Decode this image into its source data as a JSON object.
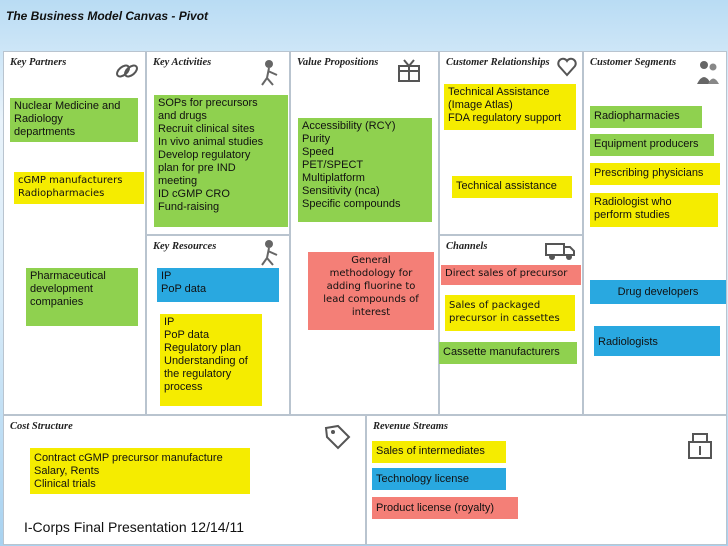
{
  "title": "The Business Model Canvas - Pivot",
  "footer": "I-Corps Final Presentation 12/14/11",
  "sections": {
    "key_partners": "Key Partners",
    "key_activities": "Key Activities",
    "value_propositions": "Value Propositions",
    "customer_relationships": "Customer Relationships",
    "customer_segments": "Customer Segments",
    "key_resources": "Key Resources",
    "channels": "Channels",
    "cost_structure": "Cost Structure",
    "revenue_streams": "Revenue Streams"
  },
  "notes": {
    "kp1": "Nuclear Medicine and\nRadiology\ndepartments",
    "kp2": "cGMP manufacturers\nRadiopharmacies",
    "kp3": "Pharmaceutical\ndevelopment\ncompanies",
    "ka1": "SOPs for precursors\nand drugs\nRecruit clinical sites\nIn vivo animal studies\nDevelop regulatory\nplan for pre IND\nmeeting\nID cGMP CRO\nFund-raising",
    "kr1": "IP\nPoP data",
    "kr2": "IP\nPoP data\nRegulatory plan\nUnderstanding of\nthe regulatory\nprocess",
    "vp1": "Accessibility (RCY)\nPurity\nSpeed\nPET/SPECT\nMultiplatform\nSensitivity (nca)\nSpecific compounds",
    "vp2": "General\nmethodology for\nadding fluorine to\nlead compounds of\ninterest",
    "cr1": "Technical Assistance\n(Image Atlas)\nFDA regulatory support",
    "cr2": "Technical assistance",
    "ch1": "Direct sales of precursor",
    "ch2": "Sales of packaged\nprecursor in cassettes",
    "ch3": "Cassette manufacturers",
    "cs1": "Radiopharmacies",
    "cs2": "Equipment producers",
    "cs3": "Prescribing physicians",
    "cs4": "Radiologist who\nperform studies",
    "cs5": "Drug developers",
    "cs6": "Radiologists",
    "cost1": "Contract cGMP precursor manufacture\nSalary, Rents\nClinical trials",
    "rev1": "Sales of intermediates",
    "rev2": "Technology license",
    "rev3": "Product license (royalty)"
  },
  "icons": {
    "key_partners": "chain-link-icon",
    "key_activities": "worker-icon",
    "value_propositions": "gift-box-icon",
    "customer_relationships": "heart-icon",
    "customer_segments": "people-icon",
    "key_resources": "worker-icon",
    "channels": "delivery-truck-icon",
    "cost_structure": "price-tag-icon",
    "revenue_streams": "money-bag-icon"
  },
  "colors": {
    "green": "#8fd14f",
    "yellow": "#f5ec00",
    "blue": "#29a8e0",
    "salmon": "#f47f77"
  }
}
